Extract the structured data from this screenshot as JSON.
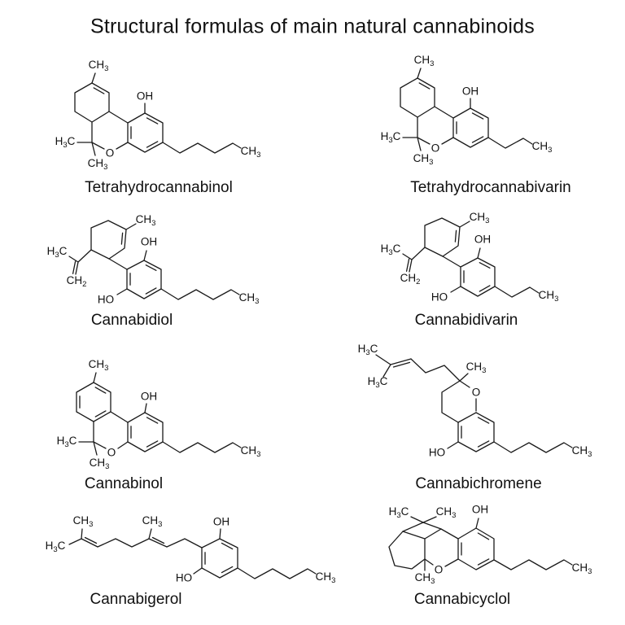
{
  "title": "Structural formulas of main natural cannabinoids",
  "colors": {
    "background": "#ffffff",
    "line": "#1a1a1a",
    "text": "#111111"
  },
  "molecules": [
    {
      "id": "thc",
      "name": "Tetrahydrocannabinol",
      "labels": {
        "ch3_ring": "CH3",
        "oh": "OH",
        "h3c_gem": "H3C",
        "o": "O",
        "ch3_gem": "CH3",
        "ch3_chain": "CH3"
      }
    },
    {
      "id": "thcv",
      "name": "Tetrahydrocannabivarin",
      "labels": {
        "ch3_ring": "CH3",
        "oh": "OH",
        "h3c_gem": "H3C",
        "o": "O",
        "ch3_gem": "CH3",
        "ch3_chain": "CH3"
      }
    },
    {
      "id": "cbd",
      "name": "Cannabidiol",
      "labels": {
        "ch3_ring": "CH3",
        "oh": "OH",
        "h3c_iso": "H3C",
        "ch2": "CH2",
        "ho": "HO",
        "ch3_chain": "CH3"
      }
    },
    {
      "id": "cbdv",
      "name": "Cannabidivarin",
      "labels": {
        "ch3_ring": "CH3",
        "oh": "OH",
        "h3c_iso": "H3C",
        "ch2": "CH2",
        "ho": "HO",
        "ch3_chain": "CH3"
      }
    },
    {
      "id": "cbn",
      "name": "Cannabinol",
      "labels": {
        "ch3_ring": "CH3",
        "oh": "OH",
        "h3c_gem": "H3C",
        "o": "O",
        "ch3_gem": "CH3",
        "ch3_chain": "CH3"
      }
    },
    {
      "id": "cbc",
      "name": "Cannabichromene",
      "labels": {
        "h3c_top": "H3C",
        "h3c_bottom": "H3C",
        "ch3_c2": "CH3",
        "o": "O",
        "ho": "HO",
        "ch3_chain": "CH3"
      }
    },
    {
      "id": "cbg",
      "name": "Cannabigerol",
      "labels": {
        "ch3_iso1": "CH3",
        "h3c": "H3C",
        "ch3_iso2": "CH3",
        "oh": "OH",
        "ho": "HO",
        "ch3_chain": "CH3"
      }
    },
    {
      "id": "cbl",
      "name": "Cannabicyclol",
      "labels": {
        "h3c_gem": "H3C",
        "ch3_gem": "CH3",
        "oh": "OH",
        "ch3_q": "CH3",
        "o": "O",
        "ch3_chain": "CH3"
      }
    }
  ]
}
